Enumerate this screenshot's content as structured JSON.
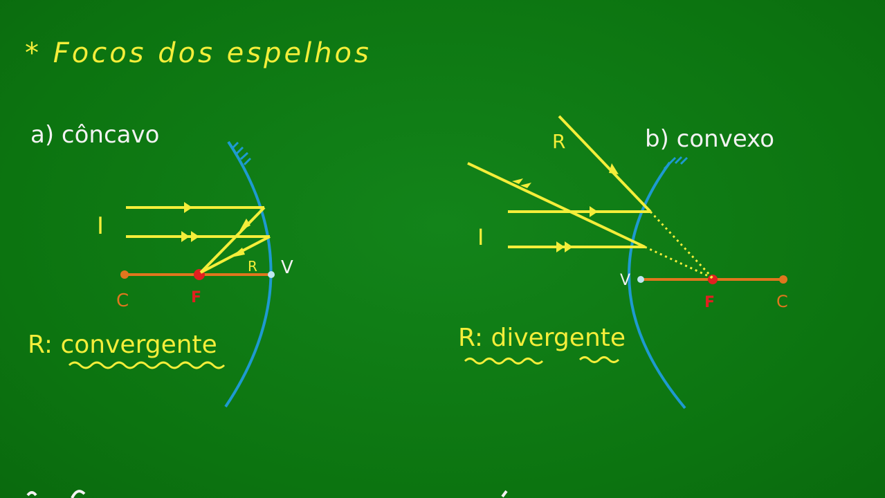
{
  "title": "* Focos dos espelhos",
  "colors": {
    "board": "#0f7a10",
    "chalk_white": "#f2f2f2",
    "chalk_yellow": "#f4ee3a",
    "mirror_blue": "#1e9ad0",
    "axis_orange": "#e0761e",
    "focus_red": "#e02020"
  },
  "concave": {
    "heading": "a) côncavo",
    "incident_label": "I",
    "reflected_label": "R",
    "center_label": "C",
    "focus_label": "F",
    "vertex_label": "V",
    "answer": "R: convergente"
  },
  "convex": {
    "heading": "b) convexo",
    "incident_label": "I",
    "reflected_label": "R",
    "center_label": "C",
    "focus_label": "F",
    "vertex_label": "V",
    "answer": "R: divergente"
  }
}
